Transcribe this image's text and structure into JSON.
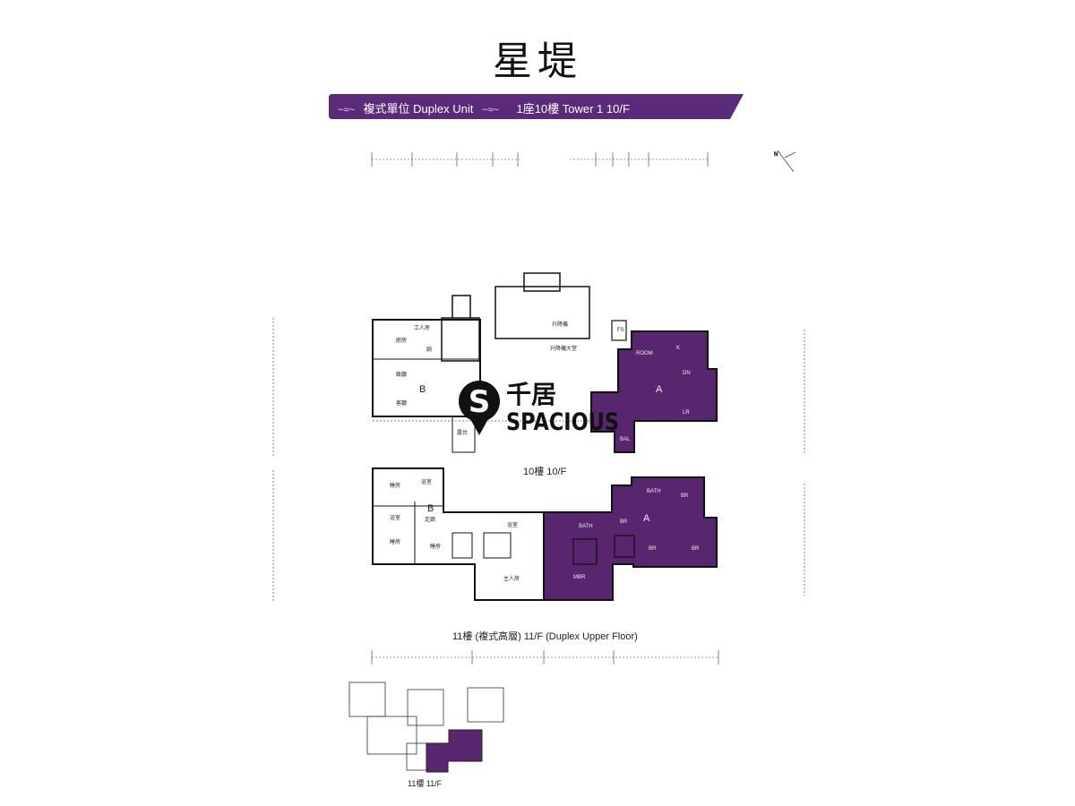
{
  "title": "星堤",
  "banner": {
    "unit_type": "複式單位 Duplex Unit",
    "location": "1座10樓 Tower 1 10/F",
    "color": "#5b2a7a"
  },
  "accent_unit_color": "#58266f",
  "floor_10": {
    "caption": "10樓 10/F",
    "unit_b": {
      "label": "B",
      "rooms": [
        "廚房",
        "工人房",
        "廁",
        "飯廳",
        "客廳",
        "露台"
      ]
    },
    "unit_a": {
      "label": "A",
      "rooms": [
        "K",
        "DN",
        "LR",
        "BAL",
        "ROOM"
      ]
    },
    "lobby": "升降機大堂",
    "lift": "升降機",
    "fs": "FS"
  },
  "floor_11": {
    "caption": "11樓 (複式高層) 11/F (Duplex Upper Floor)",
    "unit_b": {
      "label": "B",
      "rooms": [
        "睡房",
        "浴室",
        "浴室",
        "走廊",
        "睡房",
        "睡房",
        "浴室",
        "主人房"
      ]
    },
    "unit_a": {
      "label": "A",
      "rooms": [
        "BR",
        "BATH",
        "MBR",
        "BR",
        "BR",
        "BR",
        "BATH"
      ]
    }
  },
  "key_plan": {
    "caption": "11樓 11/F"
  },
  "watermark": {
    "brand_cn": "千居",
    "brand_en": "SPACIOUS",
    "letter": "S"
  },
  "north_icon": "north-arrow-icon"
}
